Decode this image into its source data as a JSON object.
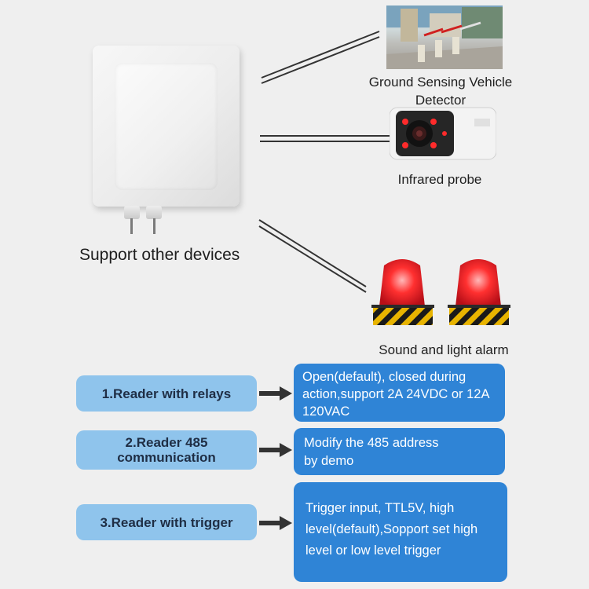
{
  "labels": {
    "ground_sensing": "Ground Sensing Vehicle Detector",
    "infrared": "Infrared probe",
    "support": "Support other devices",
    "alarm": "Sound and light alarm"
  },
  "rows": [
    {
      "title": "1.Reader with relays",
      "description": "Open(default), closed during action,support 2A 24VDC or 12A 120VAC"
    },
    {
      "title": "2.Reader 485 communication",
      "description": "Modify the 485 address by demo"
    },
    {
      "title": "3.Reader with trigger",
      "description": "Trigger input, TTL5V, high level(default),Sopport set high level or low level trigger"
    }
  ],
  "colors": {
    "pill": "#8fc4ec",
    "description_box": "#2f84d6",
    "alarm_red": "#e0202a"
  }
}
